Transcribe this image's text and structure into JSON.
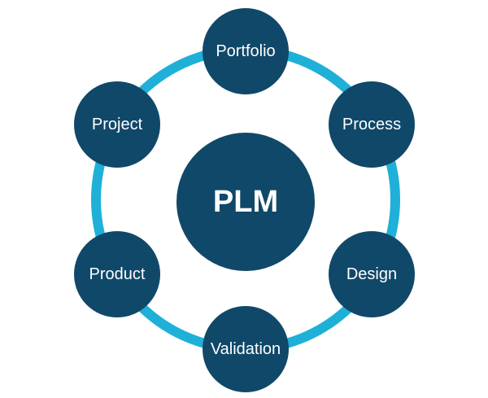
{
  "colors": {
    "node_fill": "#104869",
    "ring": "#1fb0d8",
    "label": "#ffffff",
    "background": "#ffffff"
  },
  "center": {
    "label": "PLM"
  },
  "nodes": [
    {
      "id": "portfolio",
      "label": "Portfolio"
    },
    {
      "id": "process",
      "label": "Process"
    },
    {
      "id": "design",
      "label": "Design"
    },
    {
      "id": "validation",
      "label": "Validation"
    },
    {
      "id": "product",
      "label": "Product"
    },
    {
      "id": "project",
      "label": "Project"
    }
  ]
}
